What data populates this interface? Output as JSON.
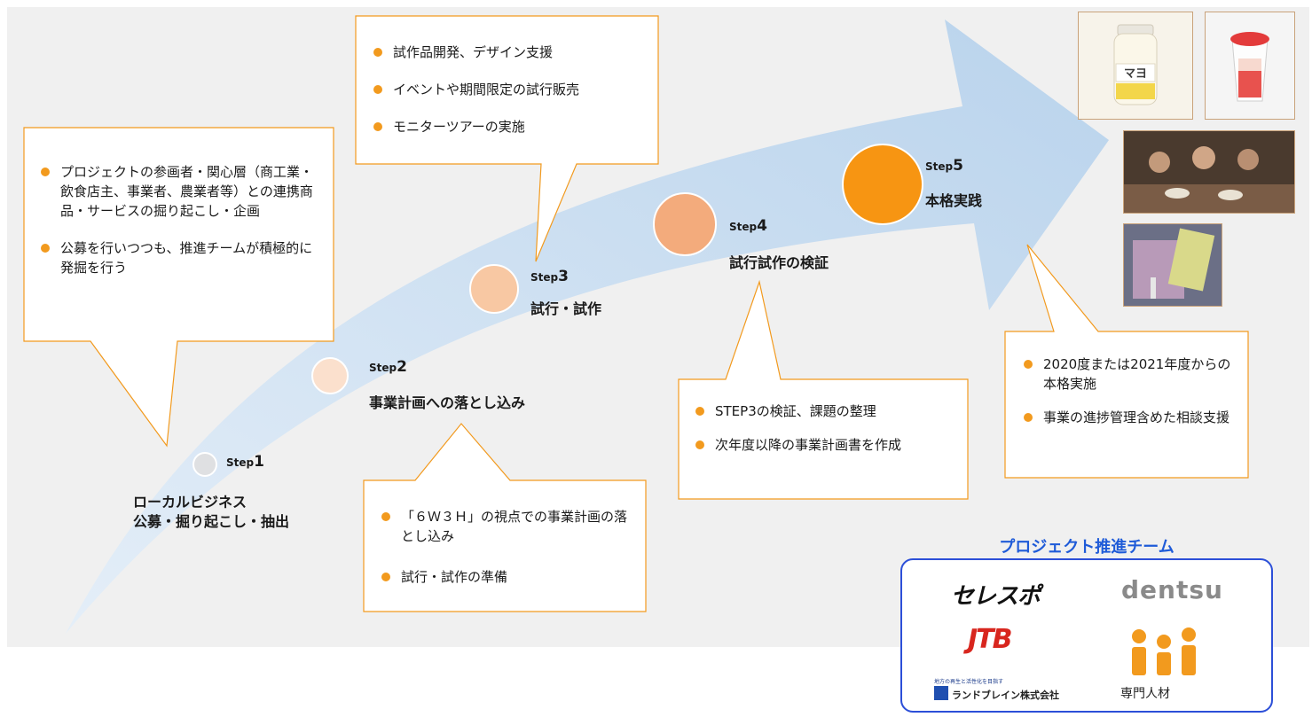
{
  "steps": [
    {
      "tag": "Step",
      "num": "1",
      "title_lines": [
        "ローカルビジネス",
        "公募・掘り起こし・抽出"
      ]
    },
    {
      "tag": "Step",
      "num": "2",
      "title": "事業計画への落とし込み"
    },
    {
      "tag": "Step",
      "num": "3",
      "title": "試行・試作"
    },
    {
      "tag": "Step",
      "num": "4",
      "title": "試行試作の検証"
    },
    {
      "tag": "Step",
      "num": "5",
      "title": "本格実践"
    }
  ],
  "callouts": {
    "c1": [
      "プロジェクトの参画者・関心層（商工業・飲食店主、事業者、農業者等）との連携商品・サービスの掘り起こし・企画",
      "公募を行いつつも、推進チームが積極的に発掘を行う"
    ],
    "c2": [
      "「６Ｗ３Ｈ」の視点での事業計画の落とし込み",
      "試行・試作の準備"
    ],
    "c3": [
      "試作品開発、デザイン支援",
      "イベントや期間限定の試行販売",
      "モニターツアーの実施"
    ],
    "c4": [
      "STEP3の検証、課題の整理",
      "次年度以降の事業計画書を作成"
    ],
    "c5": [
      "2020度または2021年度からの本格実施",
      "事業の進捗管理含めた相談支援"
    ]
  },
  "photos": {
    "jar_label": "マヨ"
  },
  "team": {
    "title": "プロジェクト推進チーム",
    "celespo": "セレスポ",
    "dentsu": "dentsu",
    "jtb": "JTB",
    "landbrain_tagline": "地方の再生と活性化を目指す",
    "landbrain": "ランドブレイン株式会社",
    "experts": "専門人材"
  },
  "colors": {
    "accent": "#f29a1e",
    "arrow": "#c6dcf0",
    "team_border": "#2c4fd8",
    "team_title": "#1f5bd8"
  }
}
